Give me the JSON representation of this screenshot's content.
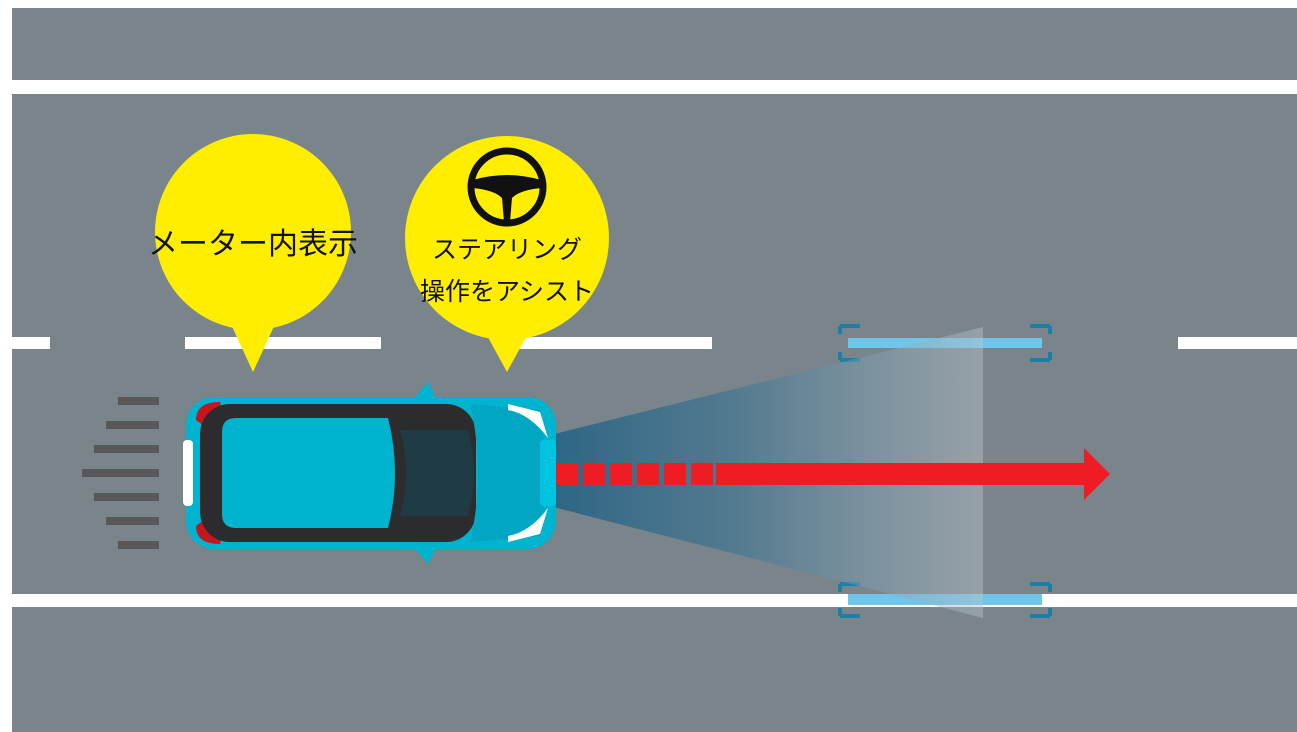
{
  "colors": {
    "road": "#7a848b",
    "lane_line": "#ffffff",
    "bubble": "#ffee00",
    "car_body": "#00b4cf",
    "car_dark": "#2c2c2e",
    "brake_light": "#c4161c",
    "path_arrow": "#ee1c25",
    "lane_marker": "#6fc6ea",
    "marker_bracket": "#1e7fa6",
    "motion_lines": "#585858"
  },
  "callouts": [
    {
      "id": "meter-display",
      "lines": [
        "メーター内表示"
      ]
    },
    {
      "id": "steering-assist",
      "icon": "steering-wheel-icon",
      "lines": [
        "ステアリング",
        "操作をアシスト"
      ]
    }
  ]
}
